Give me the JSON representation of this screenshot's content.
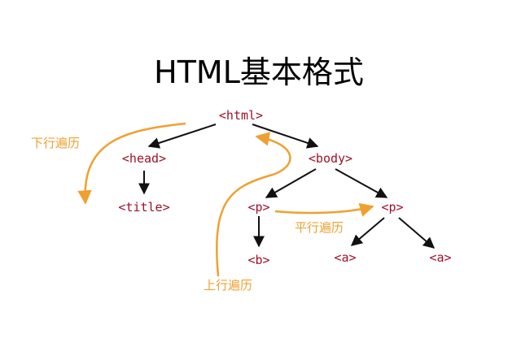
{
  "title": "HTML基本格式",
  "nodes": {
    "html": "<html>",
    "head": "<head>",
    "title": "<title>",
    "body": "<body>",
    "p1": "<p>",
    "p2": "<p>",
    "b": "<b>",
    "a1": "<a>",
    "a2": "<a>"
  },
  "annotations": {
    "down": "下行遍历",
    "up": "上行遍历",
    "parallel": "平行遍历"
  },
  "colors": {
    "node_text": "#a0102a",
    "edge": "#111111",
    "traversal": "#f0a030",
    "title_text": "#000000"
  }
}
